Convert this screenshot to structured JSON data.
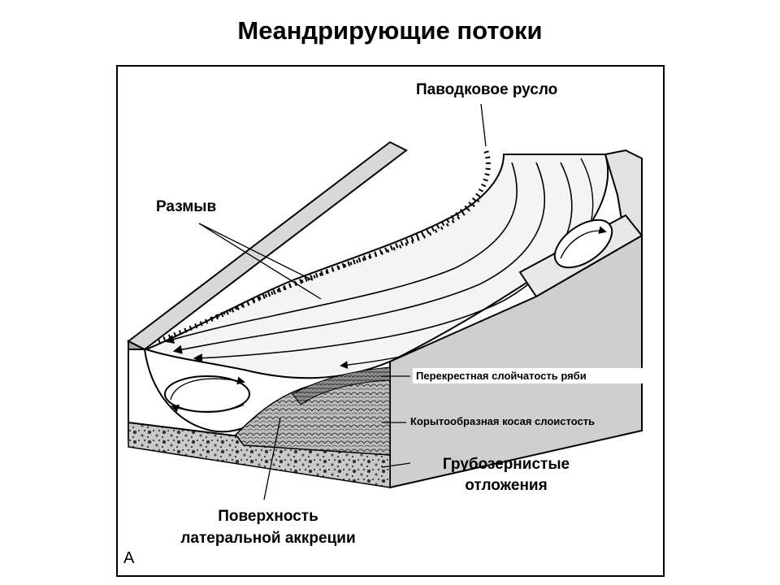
{
  "title": "Меандрирующие потоки",
  "labels": {
    "flood_channel": "Паводковое русло",
    "erosion": "Размыв",
    "ripple_cross": "Перекрестная слойчатость ряби",
    "trough_cross": "Корытообразная косая слоистость",
    "coarse_line1": "Грубозернистые",
    "coarse_line2": "отложения",
    "lateral_line1": "Поверхность",
    "lateral_line2": "латеральной аккреции",
    "corner_letter": "А"
  }
}
